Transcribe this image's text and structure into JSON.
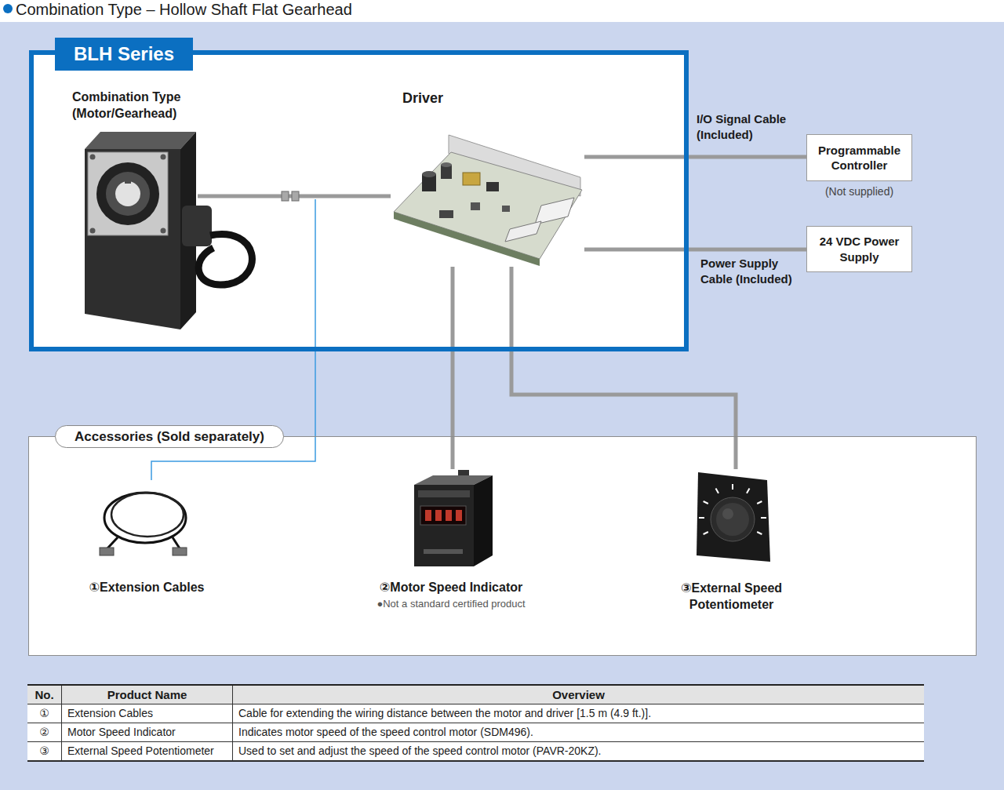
{
  "diagram": {
    "title": "Combination Type – Hollow Shaft Flat Gearhead",
    "nodes": [
      {
        "text": [
          "BLH Series"
        ]
      },
      {
        "text": [
          "Combination Type (Motor/Gearhead)"
        ],
        "in": 0
      },
      {
        "text": [
          "Driver"
        ],
        "in": 0
      },
      {
        "text": [
          "Programmable Controller",
          "(Not supplied)"
        ]
      },
      {
        "text": [
          "24 VDC Power Supply"
        ]
      },
      {
        "text": [
          "Accessories (Sold separately)"
        ]
      },
      {
        "text": [
          "①Extension Cables"
        ],
        "in": 5
      },
      {
        "text": [
          "②Motor Speed Indicator",
          "●Not a standard certified product"
        ],
        "in": 5
      },
      {
        "text": [
          "③External Speed Potentiometer"
        ],
        "in": 5
      }
    ],
    "edges": [
      {
        "from": 1,
        "to": 2,
        "arrow": "none"
      },
      {
        "from": 2,
        "to": 3,
        "label": "I/O Signal Cable (Included)",
        "arrow": "none"
      },
      {
        "from": 2,
        "to": 4,
        "label": "Power Supply Cable (Included)",
        "arrow": "none"
      },
      {
        "from": 2,
        "to": 7,
        "arrow": "none"
      },
      {
        "from": 2,
        "to": 8,
        "arrow": "none"
      }
    ],
    "labels": [
      "No.",
      "Product Name",
      "Overview",
      "①",
      "Extension Cables",
      "Cable for extending the wiring distance between the motor and driver [1.5 m (4.9 ft.)].",
      "②",
      "Motor Speed Indicator",
      "Indicates motor speed of the speed control motor (SDM496).",
      "③",
      "External Speed Potentiometer",
      "Used to set and adjust the speed of the speed control motor (PAVR-20KZ)."
    ]
  }
}
